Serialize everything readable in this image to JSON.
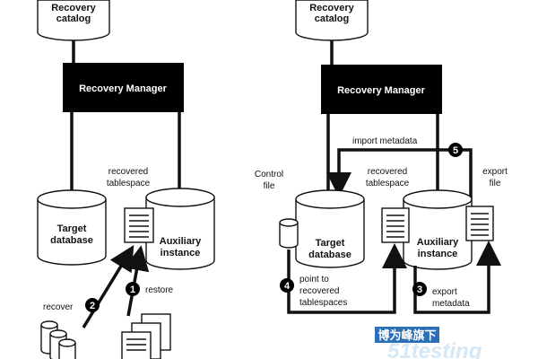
{
  "left": {
    "recovery_catalog": [
      "Recovery",
      "catalog"
    ],
    "recovery_manager": "Recovery Manager",
    "target_database": [
      "Target",
      "database"
    ],
    "auxiliary_instance": [
      "Auxiliary",
      "instance"
    ],
    "recovered_tablespace": [
      "recovered",
      "tablespace"
    ],
    "step1": {
      "number": "1",
      "label": "restore"
    },
    "step2": {
      "number": "2",
      "label": "recover"
    }
  },
  "right": {
    "recovery_catalog": [
      "Recovery",
      "catalog"
    ],
    "recovery_manager": "Recovery Manager",
    "target_database": [
      "Target",
      "database"
    ],
    "auxiliary_instance": [
      "Auxiliary",
      "instance"
    ],
    "control_file": [
      "Control",
      "file"
    ],
    "recovered_tablespace": [
      "recovered",
      "tablespace"
    ],
    "export_file": [
      "export",
      "file"
    ],
    "step3": {
      "number": "3",
      "label": [
        "export",
        "metadata"
      ]
    },
    "step4": {
      "number": "4",
      "label": [
        "point to",
        "recovered",
        "tablespaces"
      ]
    },
    "step5": {
      "number": "5",
      "label": "import metadata"
    }
  },
  "watermark": {
    "cn": "博为峰旗下",
    "brand": "51testing"
  }
}
